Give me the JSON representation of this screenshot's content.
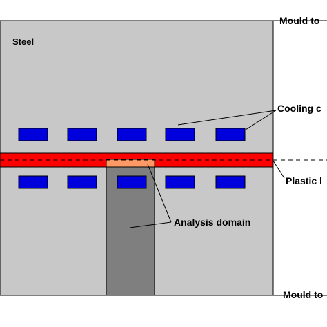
{
  "labels": {
    "steel": "Steel",
    "mould_top": "Mould to",
    "cooling": "Cooling c",
    "plastic": "Plastic l",
    "analysis": "Analysis domain",
    "mould_bottom": "Mould to"
  },
  "colors": {
    "steel": "#c8c8c8",
    "plastic": "#ff0000",
    "cooling_channel": "#0000dd",
    "analysis_domain": "#7f7f7f",
    "analysis_highlight": "#ff9a66"
  },
  "cooling_channels": {
    "top_row_count": 5,
    "bottom_row_count": 5
  }
}
